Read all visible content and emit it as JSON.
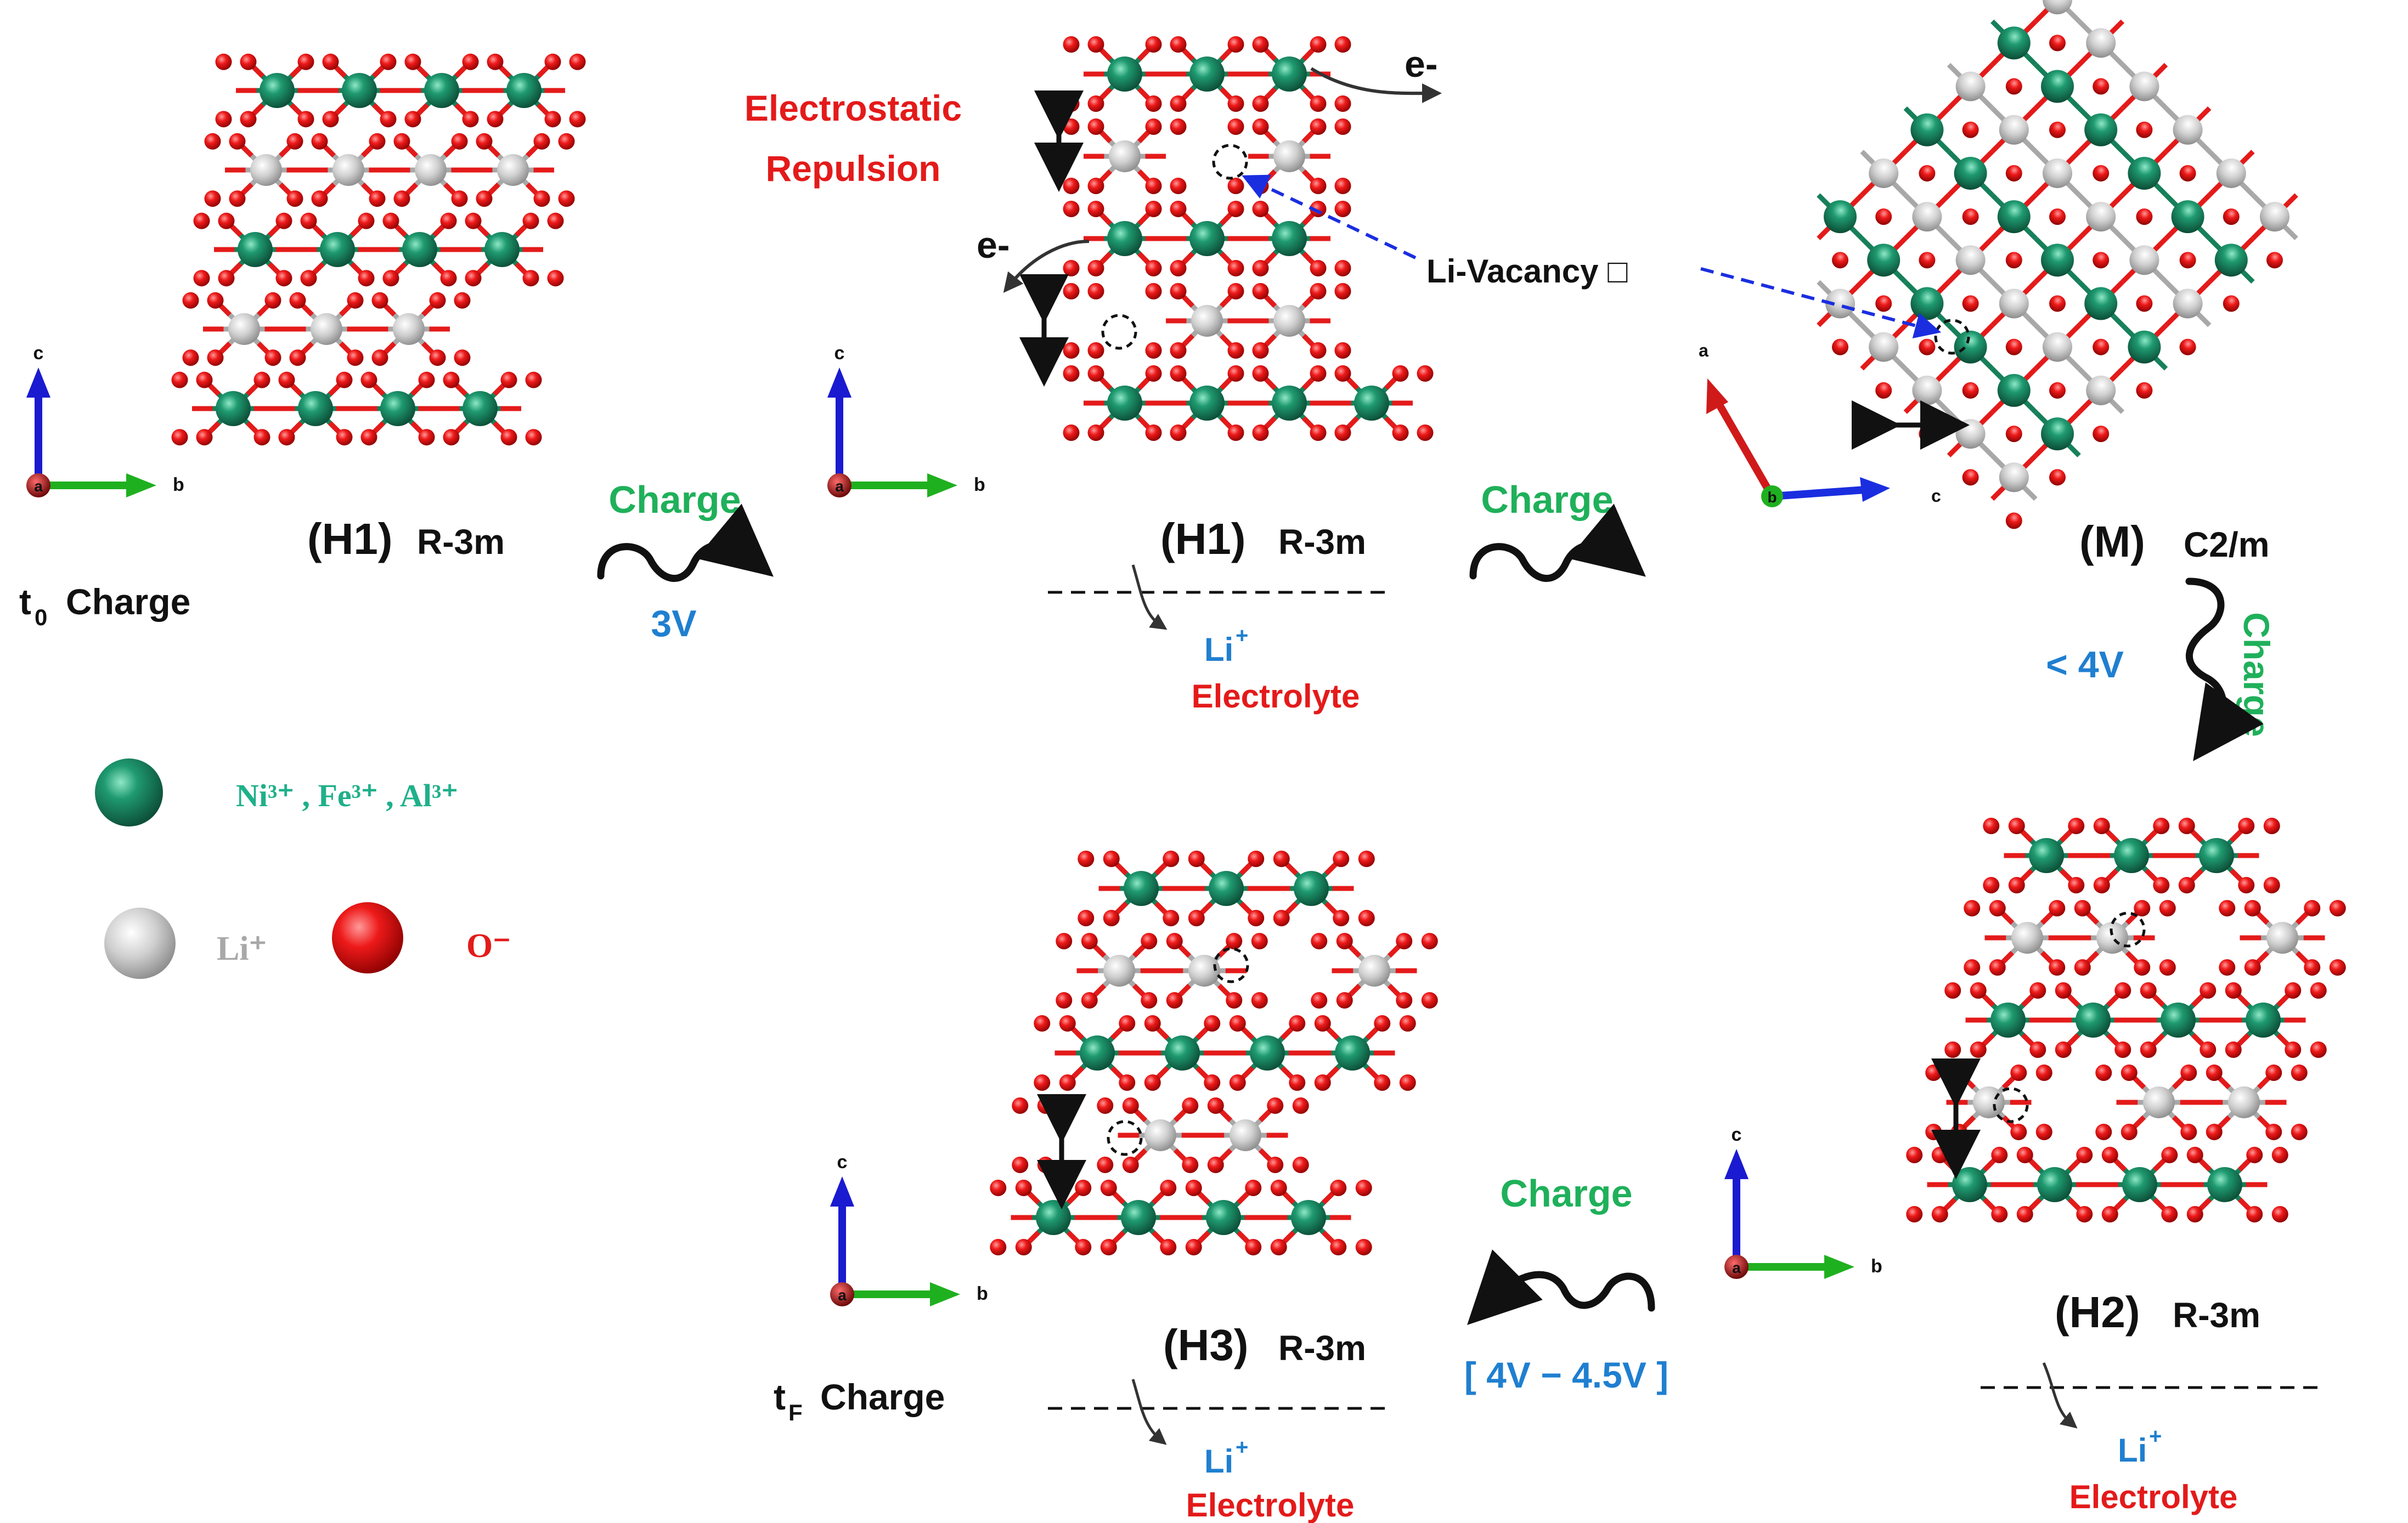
{
  "colors": {
    "transition_metal": "#1b7a5a",
    "lithium": "#c8c8c8",
    "oxygen": "#e41a1a",
    "charge_green": "#1fb05a",
    "voltage_blue": "#1f7fd0",
    "electrolyte_red": "#e41a1a",
    "axis_c": "#1a1ad0",
    "axis_b": "#1fb01f",
    "axis_a": "#b01010"
  },
  "structures": {
    "h1_initial": {
      "phase": "(H1)",
      "space_group": "R-3m",
      "caption": "Charge",
      "caption_sub": "0",
      "caption_prefix": "t"
    },
    "h1_mid": {
      "phase": "(H1)",
      "space_group": "R-3m",
      "ion": "Li",
      "ion_sup": "+",
      "electrolyte": "Electrolyte",
      "repulsion_line1": "Electrostatic",
      "repulsion_line2": "Repulsion",
      "electron_top": "e-",
      "electron_left": "e-"
    },
    "m": {
      "phase": "(M)",
      "space_group": "C2/m"
    },
    "h2": {
      "phase": "(H2)",
      "space_group": "R-3m",
      "ion": "Li",
      "ion_sup": "+",
      "electrolyte": "Electrolyte"
    },
    "h3": {
      "phase": "(H3)",
      "space_group": "R-3m",
      "ion": "Li",
      "ion_sup": "+",
      "electrolyte": "Electrolyte",
      "caption": "Charge",
      "caption_sub": "F",
      "caption_prefix": "t"
    }
  },
  "transitions": {
    "t1": {
      "label": "Charge",
      "voltage": "3V"
    },
    "t2": {
      "label": "Charge"
    },
    "t3": {
      "label": "Charge",
      "voltage": "< 4V"
    },
    "t4": {
      "label": "Charge",
      "voltage": "[ 4V − 4.5V ]"
    }
  },
  "vacancy_label": "Li-Vacancy □",
  "axes": {
    "standard": {
      "c": "c",
      "b": "b",
      "a": "a"
    },
    "monoclinic": {
      "a": "a",
      "b": "b",
      "c": "c"
    }
  },
  "legend": {
    "metals": "Ni³⁺ , Fe³⁺ , Al³⁺",
    "lithium": "Li⁺",
    "oxygen": "O⁻"
  }
}
